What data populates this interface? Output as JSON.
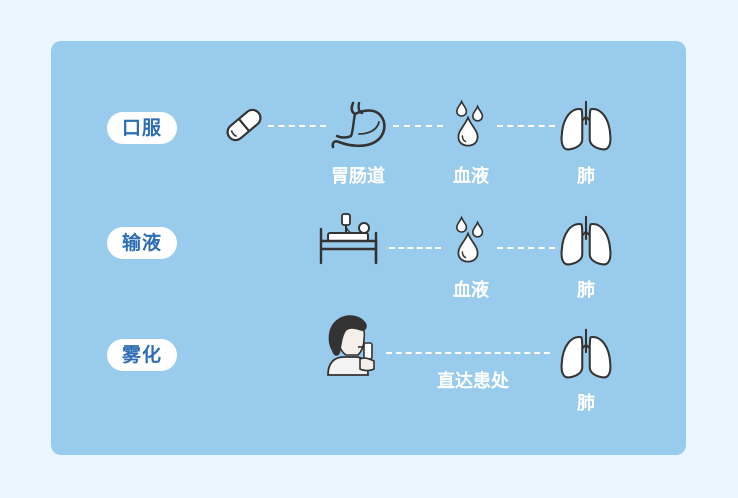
{
  "routes": [
    {
      "name": "口服",
      "steps": [
        "胃肠道",
        "血液",
        "肺"
      ]
    },
    {
      "name": "输液",
      "steps": [
        "血液",
        "肺"
      ]
    },
    {
      "name": "雾化",
      "note": "直达患处",
      "steps": [
        "肺"
      ]
    }
  ],
  "icons": [
    "pill-icon",
    "stomach-icon",
    "drops-icon",
    "lungs-icon",
    "hospital-bed-icon",
    "inhaler-person-icon"
  ],
  "colors": {
    "page_bg": "#eaf6fd",
    "card_bg": "#99ccec",
    "pill_text": "#2c6db5",
    "white": "#ffffff"
  }
}
